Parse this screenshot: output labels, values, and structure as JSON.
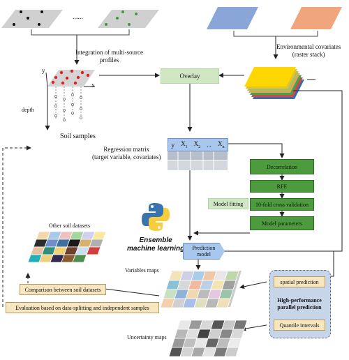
{
  "top": {
    "ellipsis": "......",
    "integration_label": "Integration of multi-source\nprofiles",
    "env_label": "Environmental covariates\n(raster stack)"
  },
  "soil": {
    "axis_y": "y",
    "axis_x": "x",
    "depth_label": "depth",
    "samples_label": "Soil samples"
  },
  "overlay_label": "Overlay",
  "regression": {
    "label": "Regression matrix\n(target variable, covariates)",
    "headers": [
      "y",
      "X",
      "X",
      "...",
      "X"
    ],
    "subscripts": [
      "",
      "1",
      "2",
      "",
      "n"
    ]
  },
  "pipeline": {
    "decorrelation": "Decorrelation",
    "rfe": "RFE",
    "cv": "10-fold cross validation",
    "params": "Model parameters",
    "model_fitting": "Model fitting"
  },
  "ensemble": {
    "title": "Ensemble\nmachine learning",
    "prediction_model": "Prediction\nmodel"
  },
  "left": {
    "other_datasets": "Other soil datasets",
    "comparison": "Comparison between soil datasets",
    "evaluation": "Evaluation based on data-splitting and independent samples"
  },
  "maps": {
    "variables": "Variables maps",
    "uncertainty": "Uncertainty maps"
  },
  "hpc": {
    "spatial": "spatial prediction",
    "title": "High-performance\nparallel prediction",
    "quantile": "Quantile intervals"
  },
  "colors": {
    "green_dark": "#4e9a3e",
    "green_light": "#cfe8c3",
    "beige": "#f7e6c0",
    "panel_blue": "#c7d5e8",
    "sample_red": "#e02020",
    "sample_green": "#3c9a3c"
  }
}
